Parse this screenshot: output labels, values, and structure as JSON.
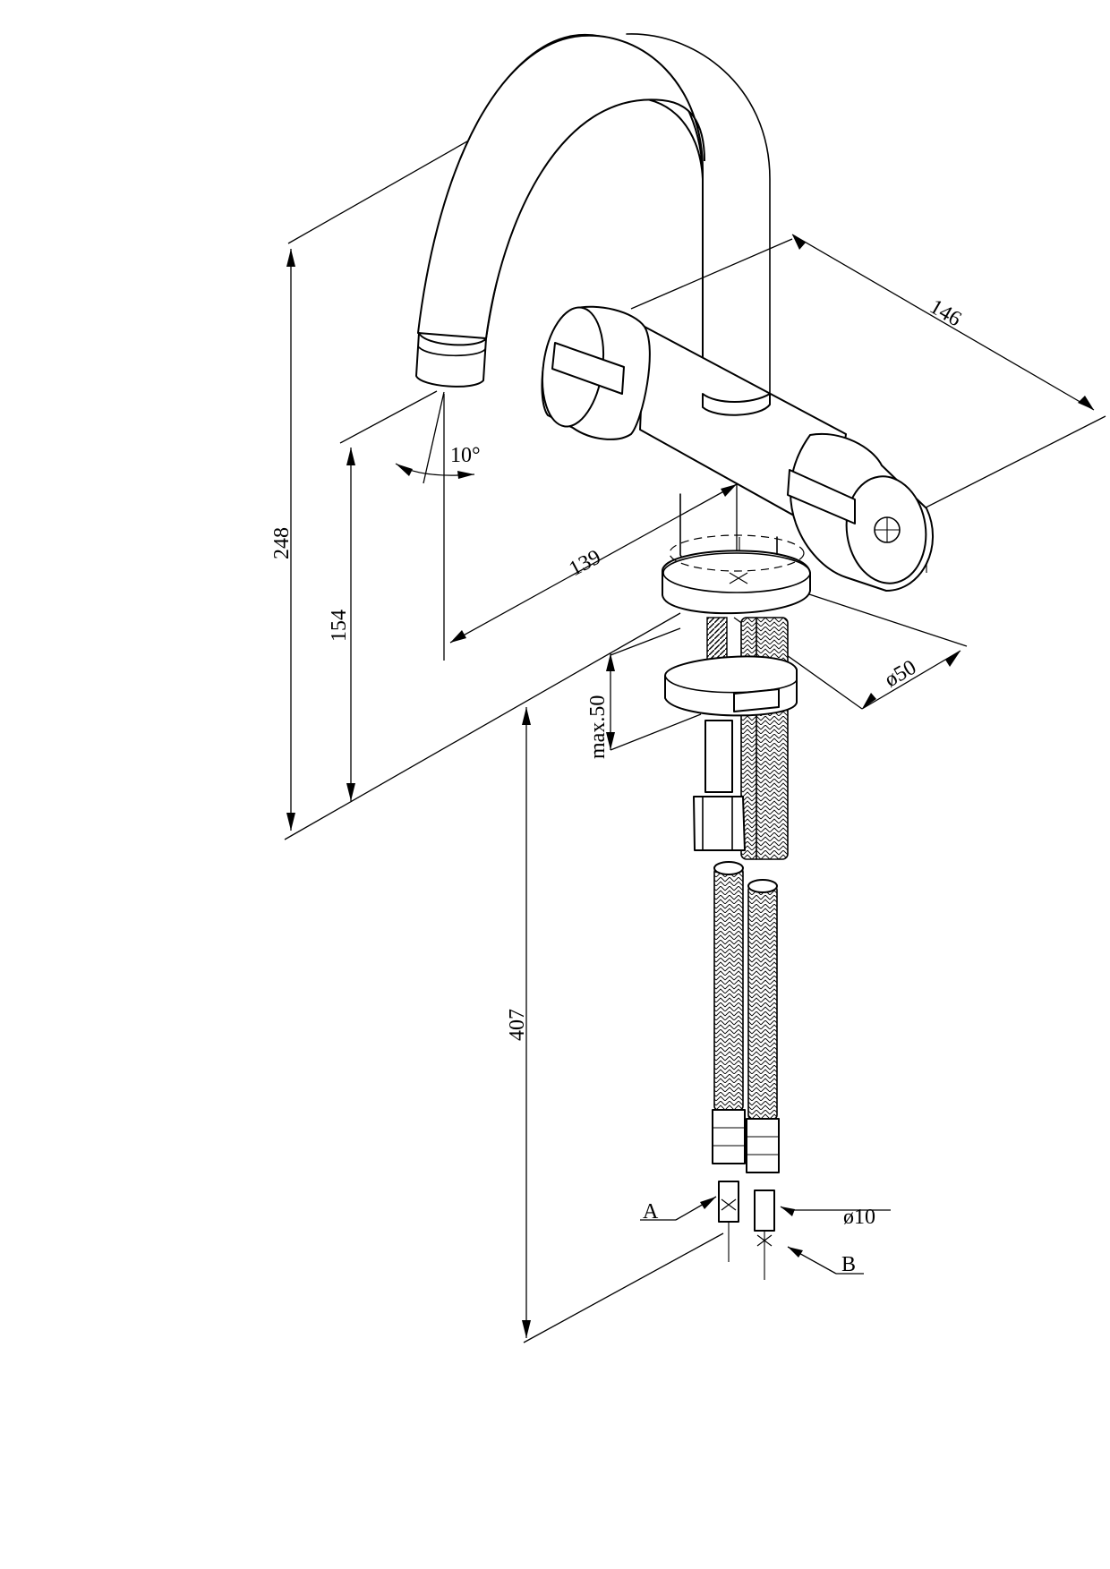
{
  "drawing": {
    "dimensions": {
      "overall_height": "248",
      "spout_height": "154",
      "spout_angle": "10°",
      "spout_reach": "139",
      "handle_span": "146",
      "base_diameter": "ø50",
      "max_deck_thickness": "max.50",
      "hose_length": "407",
      "hose_diameter": "ø10"
    },
    "labels": {
      "inlet_a": "A",
      "inlet_b": "B"
    }
  }
}
